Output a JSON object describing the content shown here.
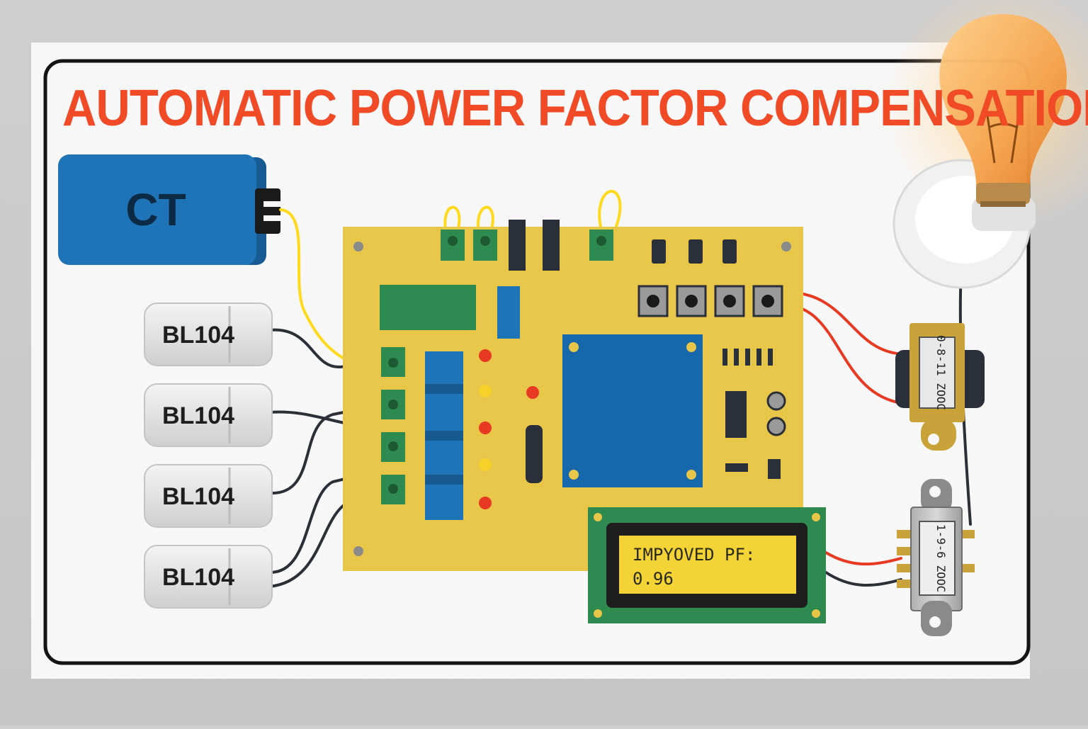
{
  "title": "AUTOMATIC POWER FACTOR COMPENSATION",
  "ct_label": "CT",
  "capacitors": [
    {
      "label": "BL104"
    },
    {
      "label": "BL104"
    },
    {
      "label": "BL104"
    },
    {
      "label": "BL104"
    }
  ],
  "lcd": {
    "line1": "IMPYOVED PF:",
    "line2": "0.96"
  },
  "transformer_top_label": "0-8-11 ZOOC",
  "transformer_bottom_label": "1-9-6 ZOOC",
  "colors": {
    "title": "#f04a26",
    "pcb": "#e8c64a",
    "ct": "#1f73b7",
    "lcd_screen": "#f3d335"
  }
}
